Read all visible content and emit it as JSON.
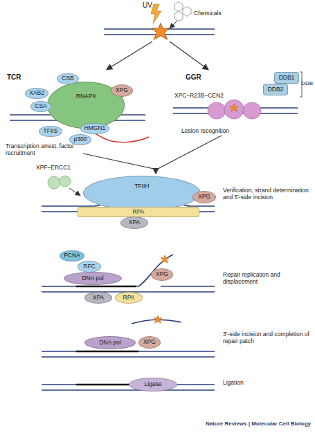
{
  "diagram": {
    "nodes": [
      {
        "text": [
          "RNAPII"
        ]
      },
      {
        "text": [
          "CSB"
        ]
      },
      {
        "text": [
          "XAB2"
        ]
      },
      {
        "text": [
          "CSA"
        ]
      },
      {
        "text": [
          "XPG"
        ]
      },
      {
        "text": [
          "TFIIS"
        ]
      },
      {
        "text": [
          "HMGN1"
        ]
      },
      {
        "text": [
          "p300"
        ]
      },
      {
        "text": [
          "XPC–R23B–CEN2"
        ]
      },
      {
        "text": [
          "DDB1"
        ]
      },
      {
        "text": [
          "DDB2"
        ]
      },
      {
        "text": [
          "XPF–ERCC1"
        ]
      },
      {
        "text": [
          "TFIIH"
        ]
      },
      {
        "text": [
          "XPG"
        ]
      },
      {
        "text": [
          "RPA"
        ]
      },
      {
        "text": [
          "XPA"
        ]
      },
      {
        "text": [
          "PCNA"
        ]
      },
      {
        "text": [
          "RFC"
        ]
      },
      {
        "text": [
          "DNA pol"
        ]
      },
      {
        "text": [
          "XPG"
        ]
      },
      {
        "text": [
          "XPA"
        ]
      },
      {
        "text": [
          "RPA"
        ]
      },
      {
        "text": [
          "DNA pol"
        ]
      },
      {
        "text": [
          "XPG"
        ]
      },
      {
        "text": [
          "Ligase"
        ]
      }
    ],
    "labels": [
      "UV",
      "Chemicals",
      "TCR",
      "GGR",
      "DDB",
      "Transcription arrest, factor recruitment",
      "Lesion recognition",
      "Verification, strand determination and 5′-side incision",
      "Repair replication and displacement",
      "3′-side incision and completion of repair patch",
      "Ligation",
      "Nature Reviews | Molecular Cell Biology"
    ]
  }
}
